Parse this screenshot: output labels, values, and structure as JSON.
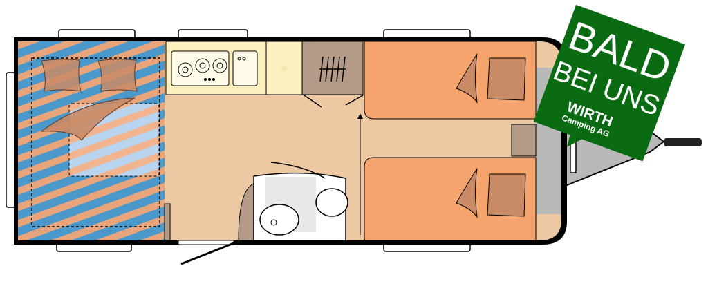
{
  "badge": {
    "line1": "BALD",
    "line2": "BEI UNS",
    "brand": "WIRTH",
    "brand_sub": "Camping AG",
    "color": "#0b6b12"
  },
  "colors": {
    "floor": "#ecc9a3",
    "bed": "#f4a46c",
    "kitchen": "#fdf1c0",
    "wardrobe": "#b39b88",
    "stripe_blue": "#4b98ca",
    "stripe_orange": "#e8a57c",
    "drawbar": "#b9b9b9"
  }
}
